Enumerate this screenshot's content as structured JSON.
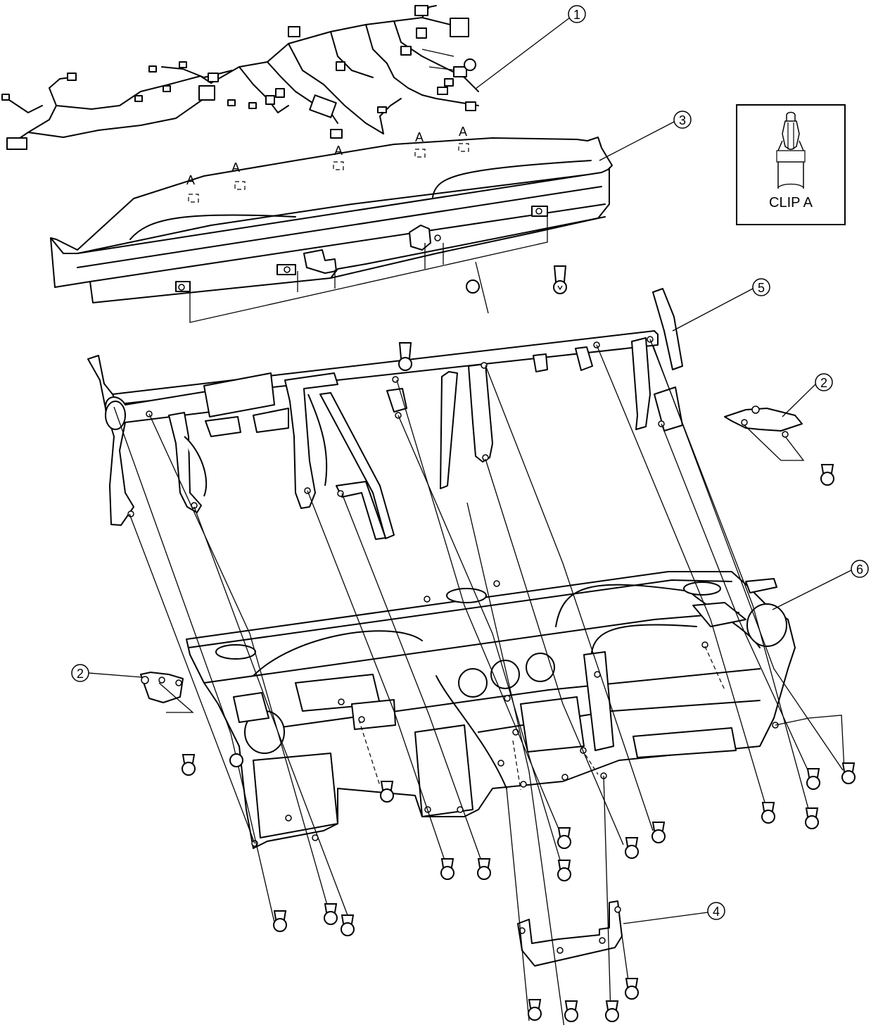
{
  "callouts": [
    {
      "id": "1",
      "label": "1"
    },
    {
      "id": "2a",
      "label": "2"
    },
    {
      "id": "2b",
      "label": "2"
    },
    {
      "id": "3",
      "label": "3"
    },
    {
      "id": "4",
      "label": "4"
    },
    {
      "id": "5",
      "label": "5"
    },
    {
      "id": "6",
      "label": "6"
    }
  ],
  "clip_marks": [
    "A",
    "A",
    "A",
    "A",
    "A"
  ],
  "clip_box": {
    "label": "CLIP A"
  }
}
